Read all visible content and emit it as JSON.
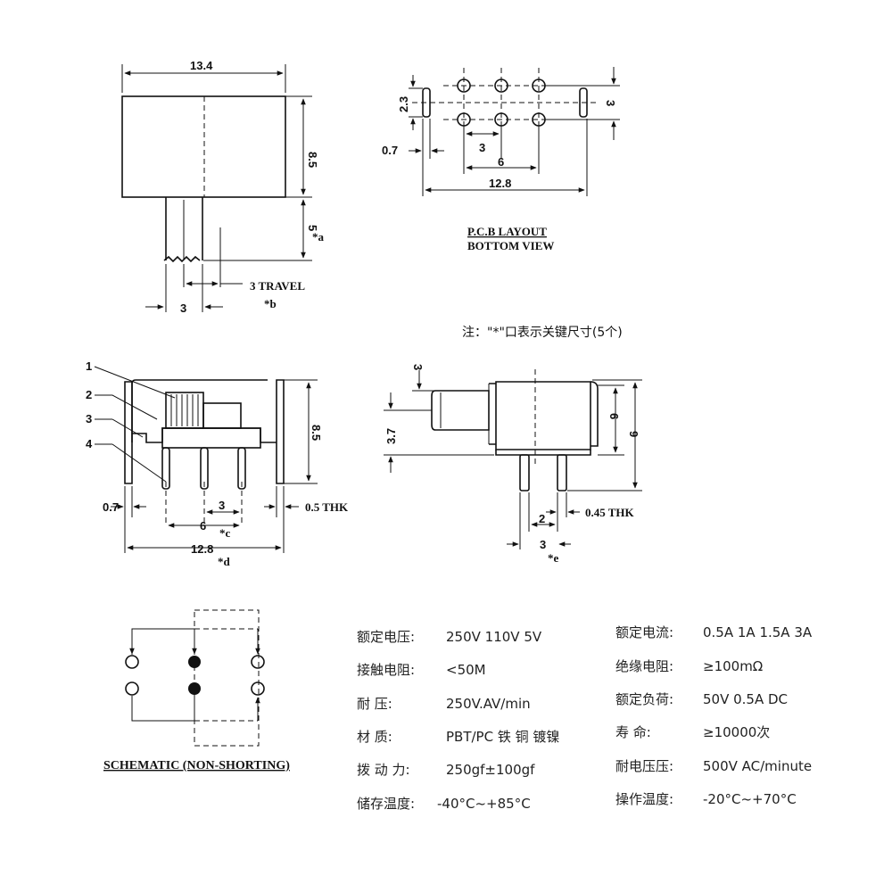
{
  "top_view": {
    "width": "13.4",
    "height": "8.5",
    "lever_len": "5",
    "lever_mark": "*a",
    "travel": "3 TRAVEL",
    "lever_w": "3",
    "lever_w_mark": "*b"
  },
  "pcb": {
    "row_gap": "2.3",
    "pitch_right": "3",
    "slot_w": "0.7",
    "pitch": "3",
    "span": "6",
    "total": "12.8",
    "title_line1": "P.C.B LAYOUT",
    "title_line2": "BOTTOM VIEW"
  },
  "note": "注：\"*\"口表示关键尺寸(5个)",
  "front_view": {
    "labels": [
      "1",
      "2",
      "3",
      "4"
    ],
    "height": "8.5",
    "pin_w": "0.7",
    "span": "6",
    "pitch": "3",
    "span_mark": "*c",
    "thk": "0.5 THK",
    "total": "12.8",
    "total_mark": "*d"
  },
  "side_view": {
    "lever_w": "3",
    "lever_h": "3.7",
    "body_h": "6",
    "total_h": "9",
    "pin_thk": "0.45 THK",
    "pin_w": "2",
    "pitch": "3",
    "pitch_mark": "*e"
  },
  "schematic": {
    "title": "SCHEMATIC (NON-SHORTING)"
  },
  "specs_left": [
    {
      "label": "额定电压:",
      "value": "250V 110V 5V"
    },
    {
      "label": "接触电阻:",
      "value": "<50M"
    },
    {
      "label": "耐      压:",
      "value": "250V.AV/min"
    },
    {
      "label": "材      质:",
      "value": "PBT/PC 铁 铜 镀镍"
    },
    {
      "label": "拨 动 力:",
      "value": "250gf±100gf"
    },
    {
      "label": "储存温度:",
      "value": "-40°C~+85°C"
    }
  ],
  "specs_right": [
    {
      "label": "额定电流:",
      "value": "0.5A 1A 1.5A 3A"
    },
    {
      "label": "绝缘电阻:",
      "value": "≥100mΩ"
    },
    {
      "label": "额定负荷:",
      "value": "50V 0.5A DC"
    },
    {
      "label": "寿      命:",
      "value": "≥10000次"
    },
    {
      "label": "耐电压压:",
      "value": "500V AC/minute"
    },
    {
      "label": "操作温度:",
      "value": "-20°C~+70°C"
    }
  ]
}
